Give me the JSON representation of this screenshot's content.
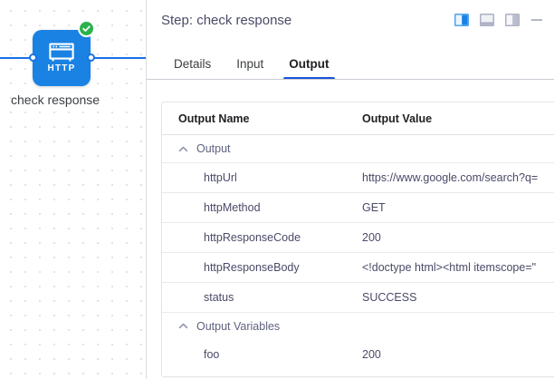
{
  "canvas": {
    "node": {
      "icon_name": "http-node-icon",
      "icon_label": "HTTP",
      "label": "check response",
      "status_icon": "check-circle-icon",
      "status_color": "#2bb24c",
      "node_color": "#1a82e2"
    }
  },
  "panel": {
    "header": {
      "title": "Step: check response",
      "actions": [
        {
          "name": "layout-right-panel-active-icon",
          "label": ""
        },
        {
          "name": "layout-bottom-panel-icon",
          "label": ""
        },
        {
          "name": "layout-side-panel-icon",
          "label": ""
        },
        {
          "name": "minimize-icon",
          "label": ""
        }
      ]
    },
    "tabs": [
      {
        "label": "Details",
        "active": false
      },
      {
        "label": "Input",
        "active": false
      },
      {
        "label": "Output",
        "active": true
      }
    ],
    "table": {
      "headers": {
        "name": "Output Name",
        "value": "Output Value"
      },
      "groups": [
        {
          "label": "Output",
          "expanded": true,
          "rows": [
            {
              "name": "httpUrl",
              "value": "https://www.google.com/search?q="
            },
            {
              "name": "httpMethod",
              "value": "GET"
            },
            {
              "name": "httpResponseCode",
              "value": "200"
            },
            {
              "name": "httpResponseBody",
              "value": "<!doctype html><html itemscope=\""
            },
            {
              "name": "status",
              "value": "SUCCESS"
            }
          ]
        },
        {
          "label": "Output Variables",
          "expanded": true,
          "rows": [
            {
              "name": "foo",
              "value": "200"
            }
          ]
        }
      ]
    }
  },
  "colors": {
    "accent": "#1a73e8",
    "tab_active": "#1a56db",
    "node": "#1a82e2",
    "success": "#2bb24c",
    "text": "#4a4a68"
  }
}
